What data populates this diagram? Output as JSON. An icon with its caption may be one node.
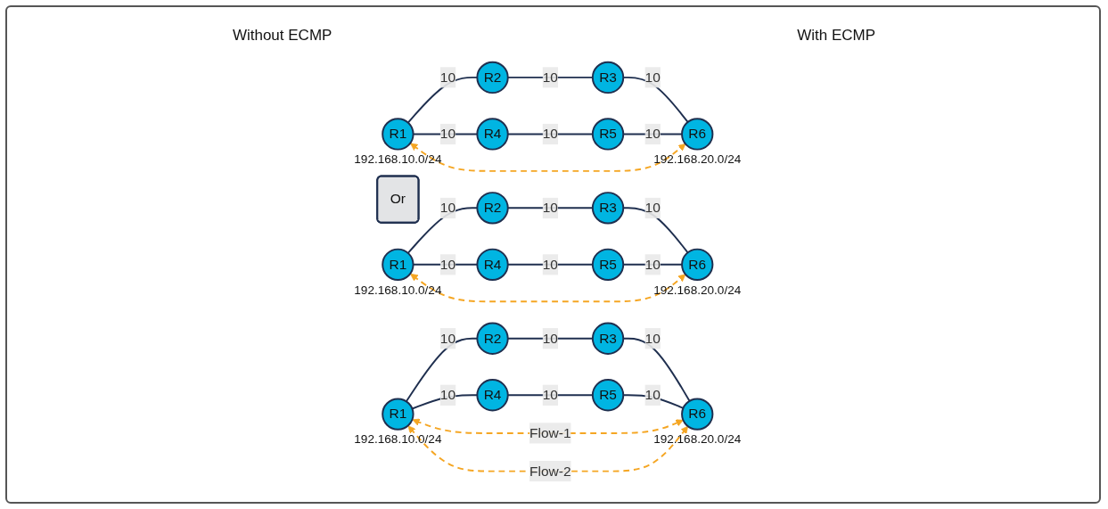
{
  "diagram": {
    "nodes": [
      {
        "text": [
          "R1"
        ],
        "beside": [
          "192.168.10.0/24"
        ]
      },
      {
        "text": [
          "R2"
        ]
      },
      {
        "text": [
          "R3"
        ]
      },
      {
        "text": [
          "R4"
        ]
      },
      {
        "text": [
          "R5"
        ]
      },
      {
        "text": [
          "R6"
        ],
        "beside": [
          "192.168.20.0/24"
        ]
      },
      {
        "text": [
          "Or"
        ]
      },
      {
        "text": [
          "R1"
        ],
        "beside": [
          "192.168.10.0/24"
        ]
      },
      {
        "text": [
          "R2"
        ]
      },
      {
        "text": [
          "R3"
        ]
      },
      {
        "text": [
          "R4"
        ]
      },
      {
        "text": [
          "R5"
        ]
      },
      {
        "text": [
          "R6"
        ],
        "beside": [
          "192.168.20.0/24"
        ]
      },
      {
        "text": [
          "R1"
        ],
        "beside": [
          "192.168.10.0/24"
        ]
      },
      {
        "text": [
          "R2"
        ]
      },
      {
        "text": [
          "R3"
        ]
      },
      {
        "text": [
          "R4"
        ]
      },
      {
        "text": [
          "R5"
        ]
      },
      {
        "text": [
          "R6"
        ],
        "beside": [
          "192.168.20.0/24"
        ]
      }
    ],
    "edges": [
      {
        "from": 0,
        "to": 1,
        "arrow": "none",
        "label": "10"
      },
      {
        "from": 1,
        "to": 2,
        "arrow": "none",
        "label": "10"
      },
      {
        "from": 2,
        "to": 5,
        "arrow": "none",
        "label": "10"
      },
      {
        "from": 0,
        "to": 3,
        "arrow": "none",
        "label": "10"
      },
      {
        "from": 3,
        "to": 4,
        "arrow": "none",
        "label": "10"
      },
      {
        "from": 4,
        "to": 5,
        "arrow": "none",
        "label": "10"
      },
      {
        "from": 0,
        "to": 5,
        "arrow": "both",
        "style": "dashed",
        "color": "#f5a623"
      },
      {
        "from": 7,
        "to": 8,
        "arrow": "none",
        "label": "10"
      },
      {
        "from": 8,
        "to": 9,
        "arrow": "none",
        "label": "10"
      },
      {
        "from": 9,
        "to": 12,
        "arrow": "none",
        "label": "10"
      },
      {
        "from": 7,
        "to": 10,
        "arrow": "none",
        "label": "10"
      },
      {
        "from": 10,
        "to": 11,
        "arrow": "none",
        "label": "10"
      },
      {
        "from": 11,
        "to": 12,
        "arrow": "none",
        "label": "10"
      },
      {
        "from": 7,
        "to": 12,
        "arrow": "both",
        "style": "dashed",
        "color": "#f5a623"
      },
      {
        "from": 13,
        "to": 14,
        "arrow": "none",
        "label": "10"
      },
      {
        "from": 14,
        "to": 15,
        "arrow": "none",
        "label": "10"
      },
      {
        "from": 15,
        "to": 18,
        "arrow": "none",
        "label": "10"
      },
      {
        "from": 13,
        "to": 16,
        "arrow": "none",
        "label": "10"
      },
      {
        "from": 16,
        "to": 17,
        "arrow": "none",
        "label": "10"
      },
      {
        "from": 17,
        "to": 18,
        "arrow": "none",
        "label": "10"
      },
      {
        "from": 13,
        "to": 18,
        "arrow": "both",
        "style": "dashed",
        "color": "#f5a623",
        "label": "Flow-1"
      },
      {
        "from": 13,
        "to": 18,
        "arrow": "both",
        "style": "dashed",
        "color": "#f5a623",
        "label": "Flow-2"
      }
    ],
    "labels": [
      "Without ECMP",
      "With ECMP"
    ]
  }
}
